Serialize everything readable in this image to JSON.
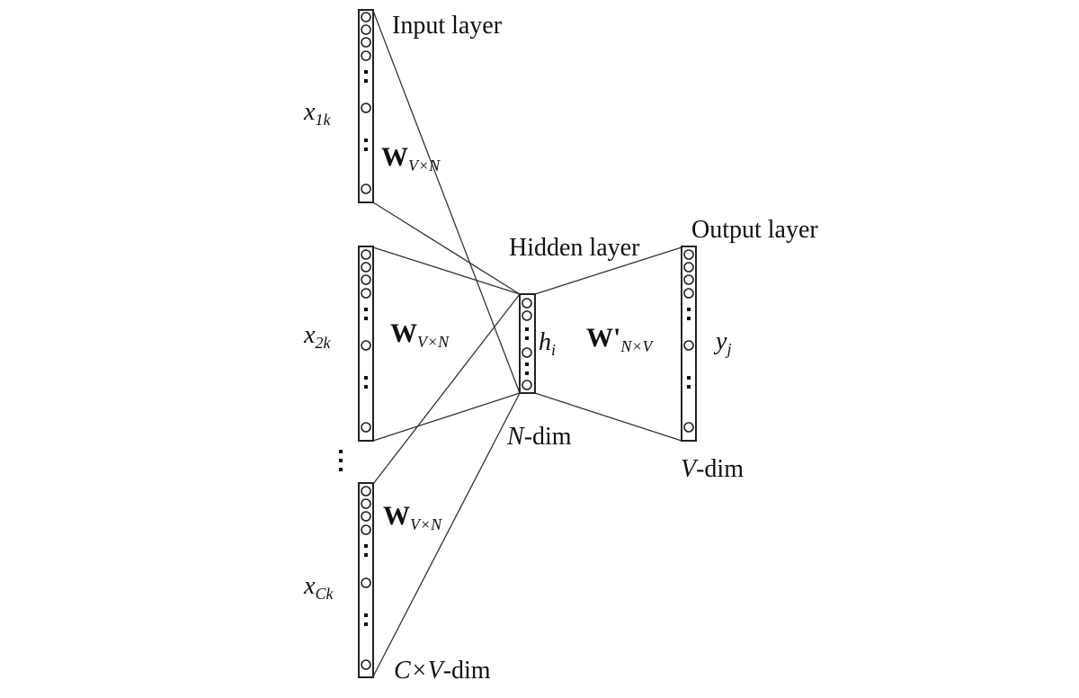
{
  "labels": {
    "input_layer": "Input layer",
    "hidden_layer": "Hidden layer",
    "output_layer": "Output layer",
    "x1": "x",
    "x1_sub": "1k",
    "x2": "x",
    "x2_sub": "2k",
    "xc": "x",
    "xc_sub": "Ck",
    "w": "W",
    "w_sub": "V×N",
    "w_prime": "W'",
    "w_prime_sub": "N×V",
    "h": "h",
    "h_sub": "i",
    "y": "y",
    "y_sub": "j",
    "n_dim_var": "N",
    "n_dim_rest": "-dim",
    "v_dim_var": "V",
    "v_dim_rest": "-dim",
    "cv_prefix": "C×",
    "cv_var": "V",
    "cv_rest": "-dim"
  }
}
